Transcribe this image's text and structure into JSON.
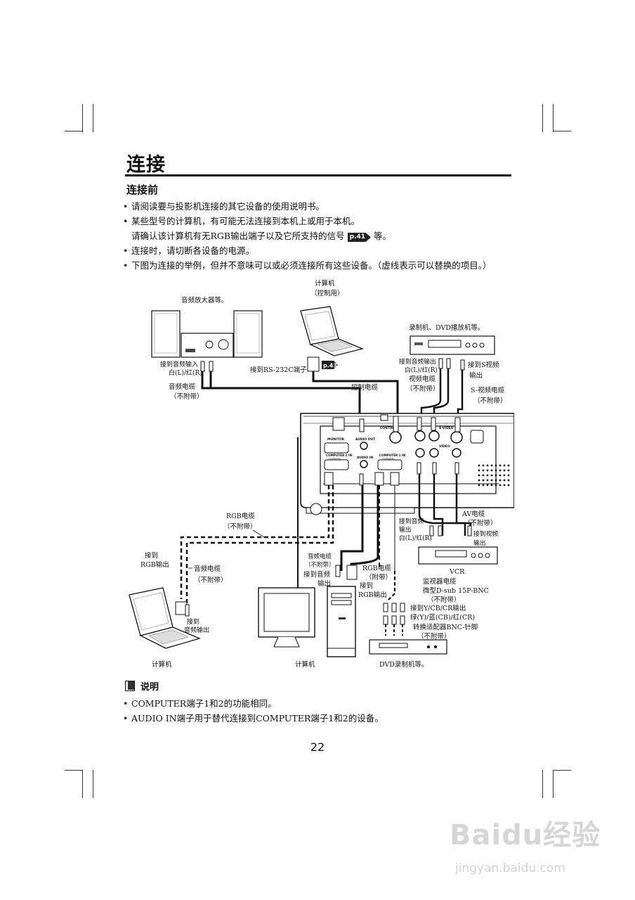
{
  "page": {
    "title": "连接",
    "subtitle": "连接前",
    "bullets": [
      {
        "text": "请阅读要与投影机连接的其它设备的使用说明书。"
      },
      {
        "text": "某些型号的计算机，有可能无法连接到本机上或用于本机。"
      },
      {
        "text": "连接时，请切断各设备的电源。"
      },
      {
        "text": "下图为连接的举例，但并不意味可以或必须连接所有这些设备。（虚线表示可以替换的项目。）"
      }
    ],
    "bullet2_cont_pre": "请确认该计算机有无RGB输出端子以及它所支持的信号",
    "bullet2_ref": "p.41",
    "bullet2_cont_post": "等。",
    "note_title": "说明",
    "notes": [
      {
        "text": "COMPUTER端子1和2的功能相同。"
      },
      {
        "text": "AUDIO IN端子用于替代连接到COMPUTER端子1和2的设备。"
      }
    ],
    "page_number": "22",
    "watermark_logo": "Baidu经验",
    "watermark_url": "jingyan.baidu.com"
  },
  "diagram": {
    "amp_title": "音频放大器等。",
    "amp_in_1": "接到音频输入",
    "amp_in_2": "白(L)/红(R)",
    "audio_cable_1": "音频电缆",
    "audio_cable_2": "（不附带）",
    "pc_ctrl_1": "计算机",
    "pc_ctrl_2": "（控制用）",
    "rs232": "接到RS-232C端子",
    "ref_43": "p.43",
    "ctrl_cable": "控制电缆",
    "vcr_title": "录制机、DVD播放机等。",
    "vcr_audio_1": "接到音频输出",
    "vcr_audio_2": "白(L)/红(R)",
    "vcr_svideo_1": "接到S视频",
    "vcr_svideo_2": "输出",
    "video_cable_1": "视频电缆",
    "video_cable_2": "（不附带）",
    "s_cable_1": "S-视频电缆",
    "s_cable_2": "（不附带）",
    "lbl_monitor": "MONITOR",
    "lbl_audio_out": "AUDIO OUT",
    "lbl_control": "CONTROL",
    "lbl_svideo": "S-VIDEO",
    "lbl_comp2": "COMPUTER 2 IN",
    "lbl_comp2_sub": "(Y/PB/PR)",
    "lbl_audio_in": "AUDIO IN",
    "lbl_comp1": "COMPUTER 1 IN",
    "lbl_comp1_sub": "(Y/PB/PR)",
    "lbl_video": "VIDEO",
    "rgb_cable_1": "RGB电缆",
    "rgb_cable_2": "（不附带）",
    "to_rgb_1": "接到",
    "to_rgb_2": "RGB输出",
    "audio_cable2_1": "音频电缆",
    "audio_cable2_2": "（不附带）",
    "to_audio_out_1": "接到",
    "to_audio_out_2": "音频输出",
    "laptop_label": "计算机",
    "pc_audio_cable_1": "音频电缆",
    "pc_audio_cable_2": "（不附带）",
    "pc_to_audio_1": "接到音频",
    "pc_to_audio_2": "输出",
    "pc_rgb_cable_1": "RGB电缆",
    "pc_rgb_cable_2": "（附带）",
    "pc_to_rgb_1": "接到",
    "pc_to_rgb_2": "RGB输出",
    "desktop_label": "计算机",
    "vcr2_audio_1": "接到音频",
    "vcr2_audio_2": "输出",
    "vcr2_audio_3": "白(L)/红(R)",
    "av_cable_1": "AV电缆",
    "av_cable_2": "（不附带）",
    "vcr2_video_1": "接到视频",
    "vcr2_video_2": "输出",
    "vcr_label": "VCR",
    "mon_cable_1": "监视器电缆",
    "mon_cable_2": "微型D-sub 15P-BNC",
    "mon_cable_3": "（不附带）",
    "ycbcr_1": "接到Y/CB/CR输出",
    "ycbcr_2": "绿(Y)/蓝(CB)/红(CR)",
    "adapter_1": "转换适配器BNC-针脚",
    "adapter_2": "（不附带）",
    "dvd_label": "DVD录制机等。"
  }
}
